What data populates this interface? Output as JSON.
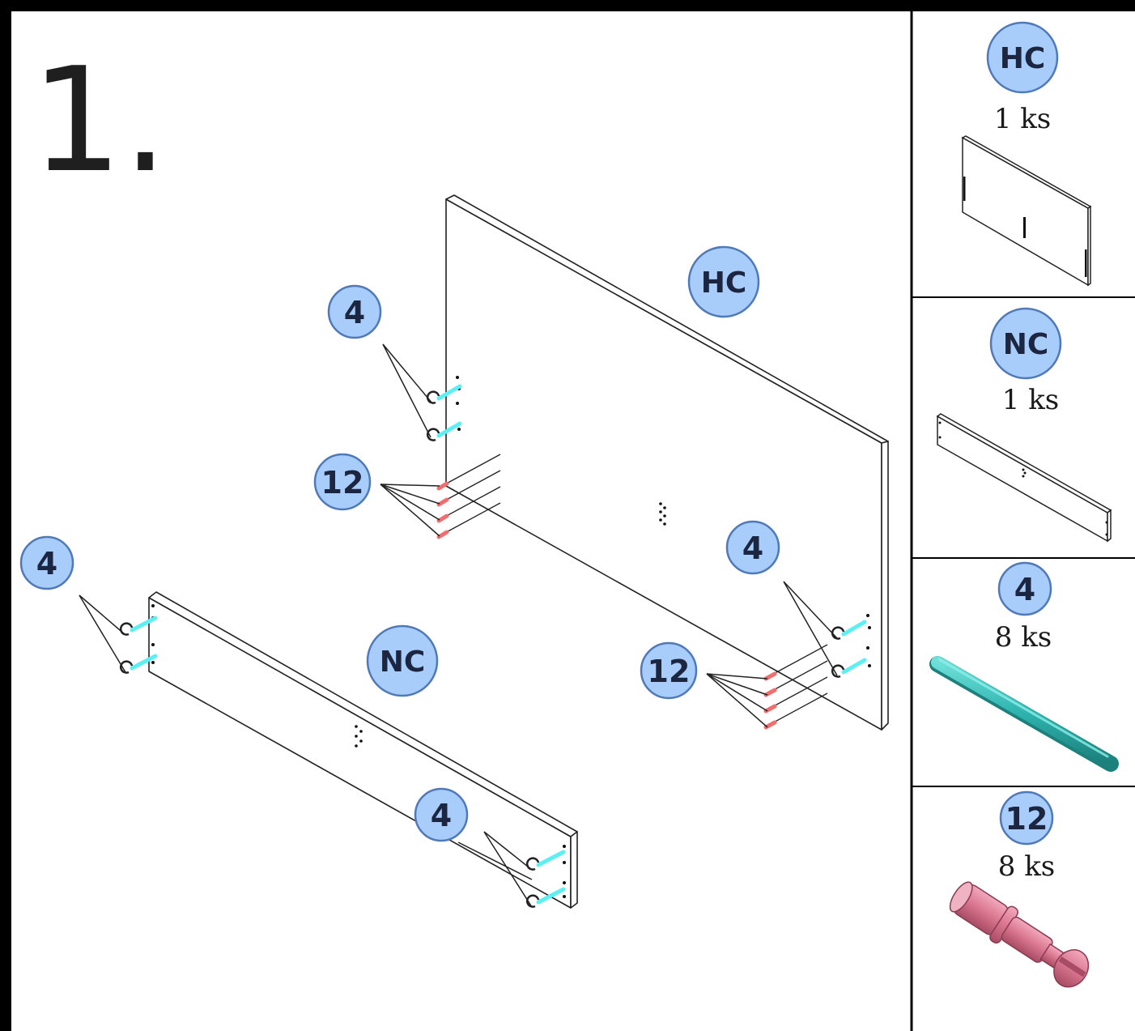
{
  "step": "1.",
  "parts": {
    "hc": "HC",
    "nc": "NC",
    "dowel": "4",
    "cam": "12"
  },
  "legend": [
    {
      "badge": "HC",
      "qty": "1 ks",
      "icon": "back-panel-icon"
    },
    {
      "badge": "NC",
      "qty": "1 ks",
      "icon": "rail-icon"
    },
    {
      "badge": "4",
      "qty": "8 ks",
      "icon": "wooden-dowel-icon"
    },
    {
      "badge": "12",
      "qty": "8 ks",
      "icon": "cam-bolt-icon"
    }
  ],
  "colors": {
    "badge_fill": "#a8cdfb",
    "badge_stroke": "#4f79b8",
    "dowel": "#2fb4b0",
    "cam_bolt": "#d9758f",
    "dowel_highlight": "#5cf0f5",
    "cam_highlight": "#f06e6e"
  }
}
